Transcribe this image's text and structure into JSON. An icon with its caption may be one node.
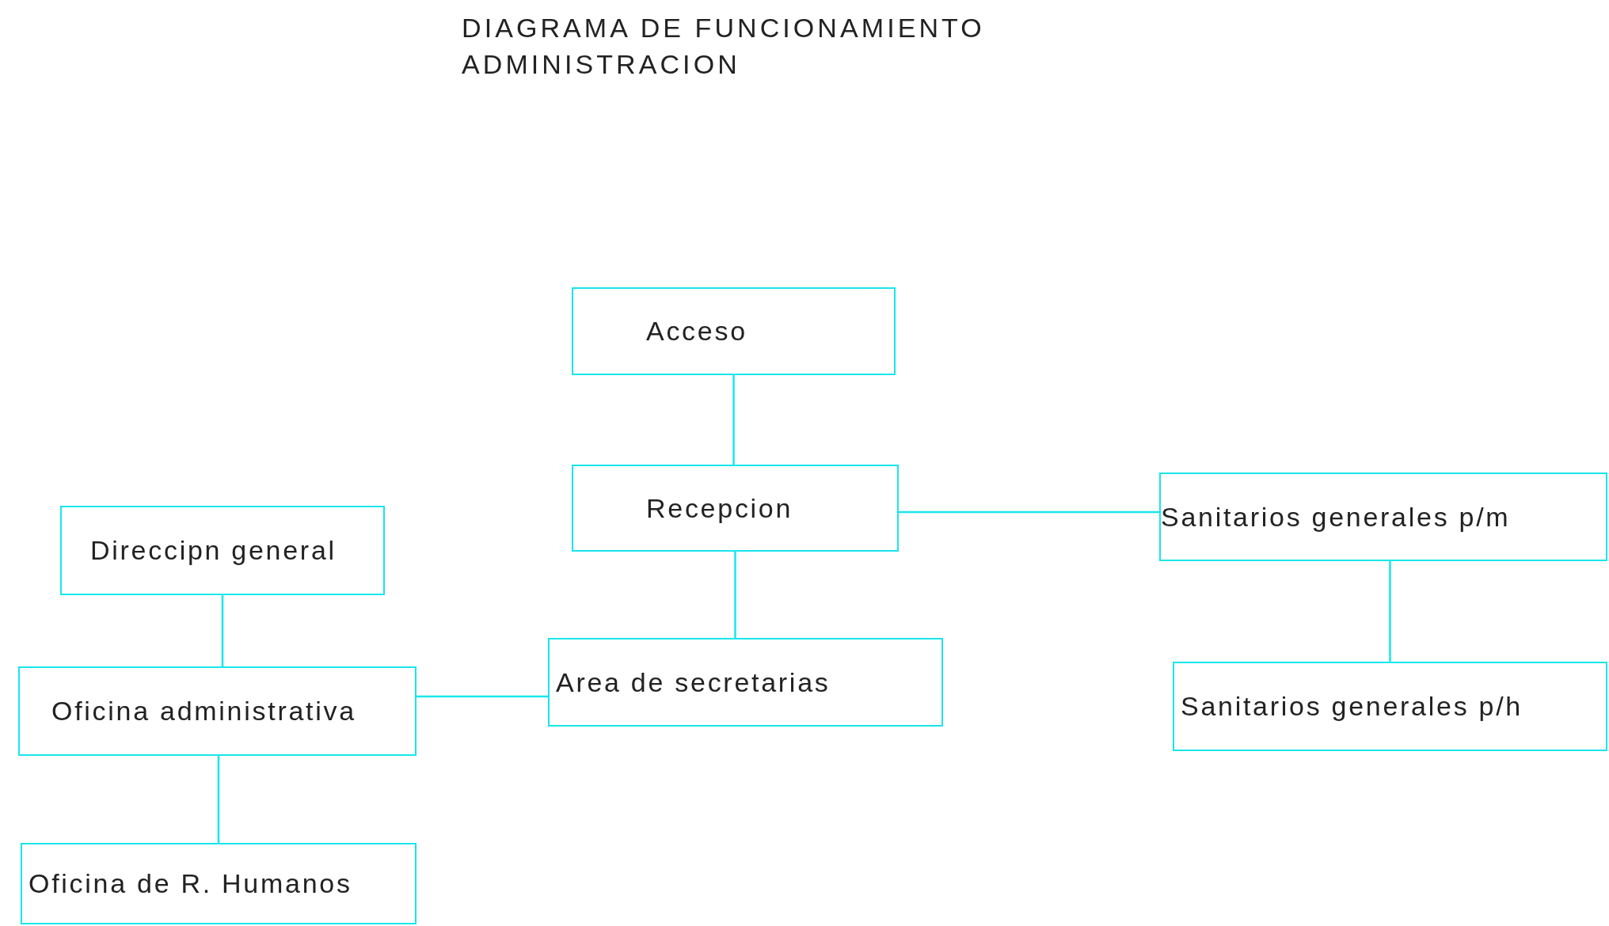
{
  "diagram": {
    "title": "DIAGRAMA DE FUNCIONAMIENTO ADMINISTRACION",
    "nodes": [
      {
        "text": [
          "Acceso"
        ]
      },
      {
        "text": [
          "Recepcion"
        ]
      },
      {
        "text": [
          "Sanitarios generales p/m"
        ]
      },
      {
        "text": [
          "Direccipn general"
        ]
      },
      {
        "text": [
          "Oficina administrativa"
        ]
      },
      {
        "text": [
          "Area de secretarias"
        ]
      },
      {
        "text": [
          "Sanitarios generales p/h"
        ]
      },
      {
        "text": [
          "Oficina de R. Humanos"
        ]
      }
    ],
    "edges": [
      {
        "from": 0,
        "to": 1,
        "arrow": "none"
      },
      {
        "from": 1,
        "to": 2,
        "arrow": "none"
      },
      {
        "from": 1,
        "to": 5,
        "arrow": "none"
      },
      {
        "from": 2,
        "to": 6,
        "arrow": "none"
      },
      {
        "from": 3,
        "to": 4,
        "arrow": "none"
      },
      {
        "from": 4,
        "to": 5,
        "arrow": "none"
      },
      {
        "from": 4,
        "to": 7,
        "arrow": "none"
      }
    ]
  }
}
